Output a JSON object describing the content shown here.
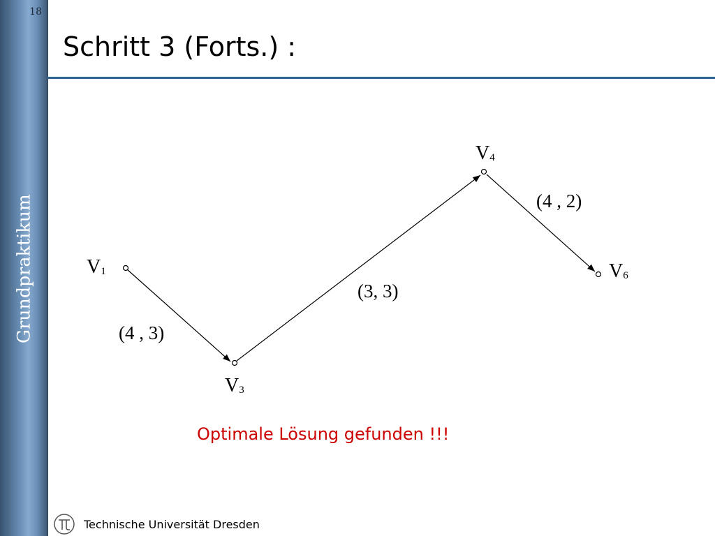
{
  "slide": {
    "number": "18",
    "sidebar_label": "Grundpraktikum",
    "title": "Schritt 3 (Forts.) :",
    "conclusion": "Optimale Lösung gefunden !!!",
    "footer_text": "Technische Universität Dresden",
    "footer_logo": "tu-dresden-logo-icon",
    "colors": {
      "sidebar": "#6a8fb6",
      "title_rule": "#2d6291",
      "conclusion": "#cc0000"
    }
  },
  "diagram": {
    "nodes": [
      {
        "id": "v1",
        "letter": "V",
        "index": "1"
      },
      {
        "id": "v3",
        "letter": "V",
        "index": "3"
      },
      {
        "id": "v4",
        "letter": "V",
        "index": "4"
      },
      {
        "id": "v6",
        "letter": "V",
        "index": "6"
      }
    ],
    "edges": [
      {
        "from": "v1",
        "to": "v3",
        "label": "(4 , 3)"
      },
      {
        "from": "v3",
        "to": "v4",
        "label": "(3, 3)"
      },
      {
        "from": "v4",
        "to": "v6",
        "label": "(4 , 2)"
      }
    ]
  }
}
